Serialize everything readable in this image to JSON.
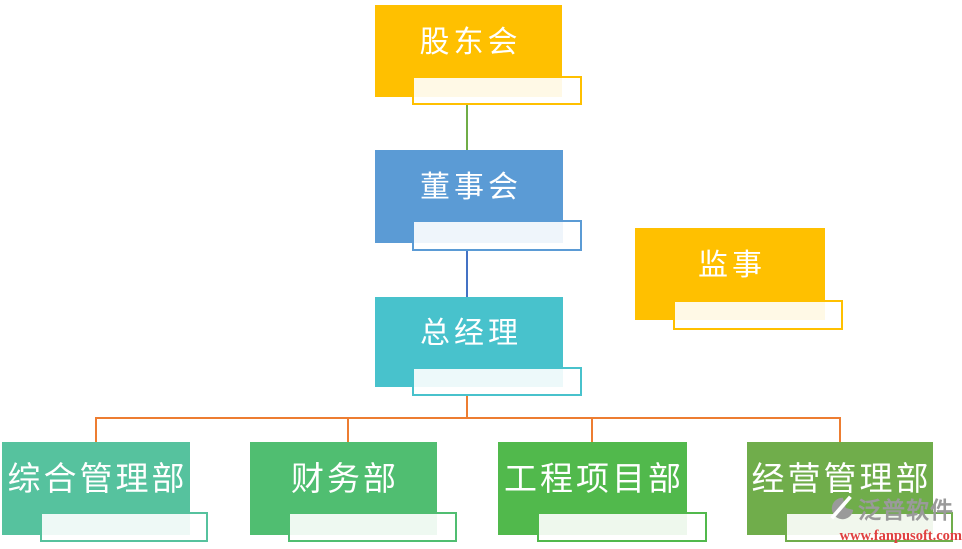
{
  "org_chart": {
    "title": "company-organization-chart",
    "nodes": [
      {
        "id": "shareholders",
        "label": "股东会",
        "color": "#FFC000"
      },
      {
        "id": "board-of-directors",
        "label": "董事会",
        "color": "#5B9BD5"
      },
      {
        "id": "supervisor",
        "label": "监事",
        "color": "#FFC000"
      },
      {
        "id": "general-manager",
        "label": "总经理",
        "color": "#48C2CC"
      },
      {
        "id": "dept-general-admin",
        "label": "综合管理部",
        "color": "#56C29E"
      },
      {
        "id": "dept-finance",
        "label": "财务部",
        "color": "#50BE71"
      },
      {
        "id": "dept-engineering-projects",
        "label": "工程项目部",
        "color": "#51B94C"
      },
      {
        "id": "dept-operations-management",
        "label": "经营管理部",
        "color": "#70AD4B"
      }
    ],
    "edges": [
      {
        "from": "shareholders",
        "to": "board-of-directors",
        "color": "#70AD47"
      },
      {
        "from": "board-of-directors",
        "to": "general-manager",
        "color": "#4472C4"
      },
      {
        "from": "general-manager",
        "to": "dept-general-admin",
        "color": "#ED7D31"
      },
      {
        "from": "general-manager",
        "to": "dept-finance",
        "color": "#ED7D31"
      },
      {
        "from": "general-manager",
        "to": "dept-engineering-projects",
        "color": "#ED7D31"
      },
      {
        "from": "general-manager",
        "to": "dept-operations-management",
        "color": "#ED7D31"
      }
    ]
  },
  "watermark": {
    "brand": "泛普软件",
    "url": "www.fanpusoft.com",
    "brand_color": "#9A9A9A",
    "url_color": "#E04040"
  }
}
